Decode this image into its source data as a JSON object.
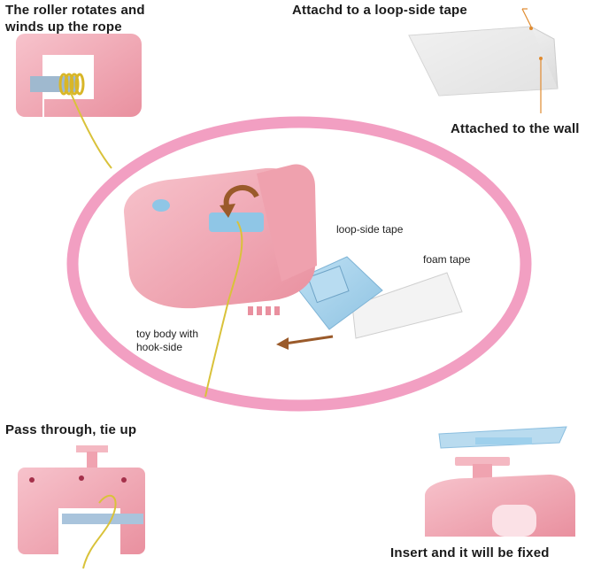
{
  "captions": {
    "top_left_line1": "The roller rotates and",
    "top_left_line2": "winds up the rope",
    "top_right": "Attachd to a loop-side tape",
    "right_wall": "Attached to the wall",
    "bottom_left": "Pass through, tie up",
    "bottom_right": "Insert and it will be fixed"
  },
  "labels": {
    "loop_side_tape": "loop-side tape",
    "foam_tape": "foam tape",
    "toy_body_line1": "toy body with",
    "toy_body_line2": "hook-side"
  },
  "colors": {
    "pink_body": "#f2a9b6",
    "pink_ring": "#f09ec0",
    "blue_tape": "#a9d3ec",
    "rope": "#d9c23a",
    "arrow": "#9a5a2a",
    "leader": "#e08a2e"
  }
}
